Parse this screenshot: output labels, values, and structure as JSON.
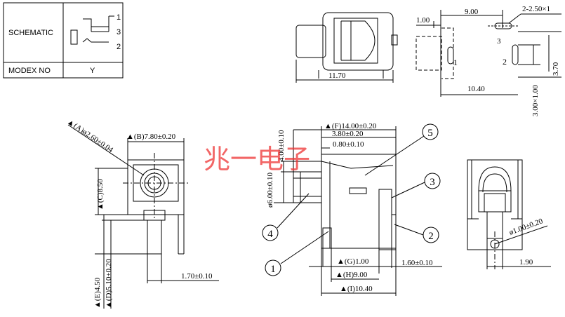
{
  "schematic_table": {
    "header": "SCHEMATIC",
    "model_label": "MODEX  NO",
    "model_value": "Y",
    "pins": [
      "1",
      "3",
      "2"
    ]
  },
  "watermark": "兆一电子",
  "top_middle_view": {
    "width_dim": "11.70"
  },
  "top_right_view": {
    "dim_top": "9.00",
    "dim_left": "1.00",
    "dim_slot": "2-2.50×1",
    "dim_bottom": "10.40",
    "dim_right": "3.70",
    "dim_vertical": "3.00×1.00",
    "pin_labels": [
      "3",
      "1",
      "2"
    ]
  },
  "front_view": {
    "dim_a": "▲(A)ø2.60±0.04",
    "dim_b": "▲(B)7.80±0.20",
    "dim_c": "▲(C)8.50",
    "dim_bottom": "1.70±0.10",
    "dim_e": "▲(E)4.50",
    "dim_d": "▲(D)5.10±0.20"
  },
  "side_view": {
    "dim_f": "▲(F)14.00±0.20",
    "dim_380": "3.80±0.20",
    "dim_080": "0.80±0.10",
    "dim_400": "4.00±0.10",
    "dim_600": "ø6.00±0.10",
    "dim_g": "▲(G)1.00",
    "dim_160": "1.60±0.10",
    "dim_h": "▲(H)9.00",
    "dim_i": "▲(I)10.40",
    "callouts": [
      "5",
      "3",
      "4",
      "2",
      "1"
    ]
  },
  "right_view": {
    "dim_hole": "ø1.00±0.20",
    "dim_bottom": "1.90"
  }
}
